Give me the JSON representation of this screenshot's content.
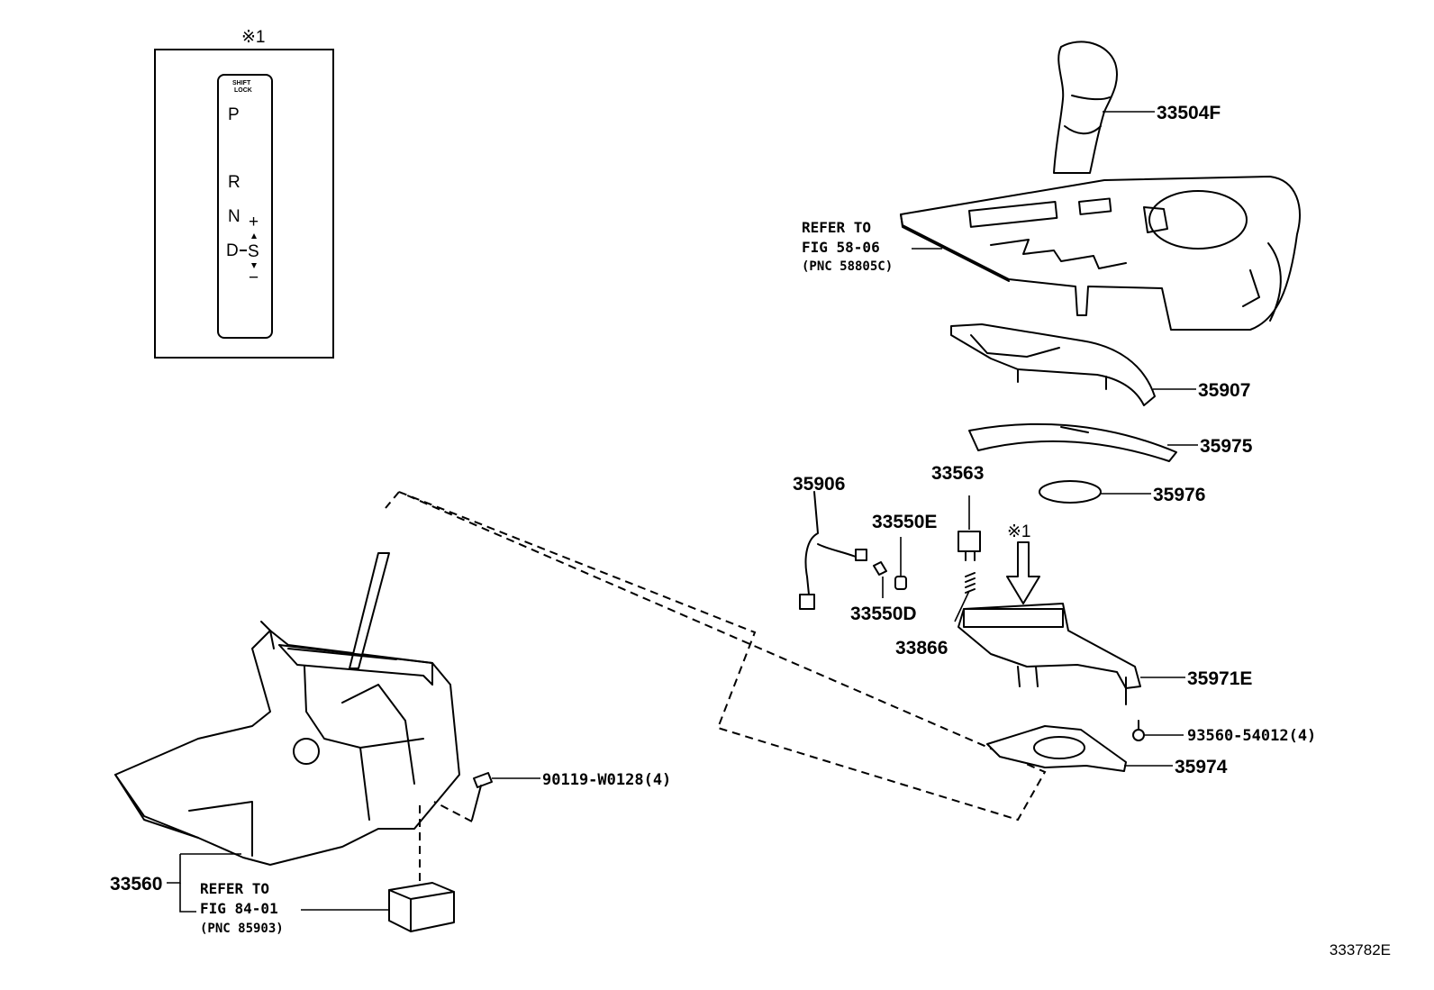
{
  "diagram_id": "333782E",
  "inset": {
    "marker": "※1",
    "shift_lock_label": "SHIFT\nLOCK",
    "shift_lock_line1": "SHIFT",
    "shift_lock_line2": "LOCK",
    "positions": {
      "p": "P",
      "r": "R",
      "n": "N",
      "d": "D",
      "s": "S",
      "plus": "+",
      "minus": "−"
    }
  },
  "marker_arrow": "※1",
  "parts": {
    "p33504F": "33504F",
    "p35907": "35907",
    "p35975": "35975",
    "p35976": "35976",
    "p35906": "35906",
    "p33563": "33563",
    "p33550E": "33550E",
    "p33550D": "33550D",
    "p33866": "33866",
    "p35971E": "35971E",
    "p93560": "93560-54012(4)",
    "p35974": "35974",
    "p90119": "90119-W0128(4)",
    "p33560": "33560"
  },
  "refs": {
    "top": {
      "line1": "REFER TO",
      "line2": "FIG 58-06",
      "line3": "(PNC 58805C)"
    },
    "bottom": {
      "line1": "REFER TO",
      "line2": "FIG 84-01",
      "line3": "(PNC 85903)"
    }
  }
}
